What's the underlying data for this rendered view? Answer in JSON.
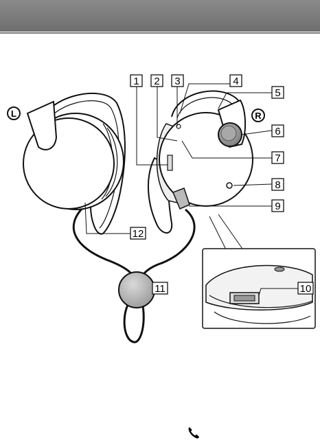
{
  "sides": {
    "left": "L",
    "right": "R"
  },
  "callouts": [
    {
      "num": "1",
      "name": "callout-1"
    },
    {
      "num": "2",
      "name": "callout-2"
    },
    {
      "num": "3",
      "name": "callout-3"
    },
    {
      "num": "4",
      "name": "callout-4"
    },
    {
      "num": "5",
      "name": "callout-5"
    },
    {
      "num": "6",
      "name": "callout-6"
    },
    {
      "num": "7",
      "name": "callout-7"
    },
    {
      "num": "8",
      "name": "callout-8"
    },
    {
      "num": "9",
      "name": "callout-9"
    },
    {
      "num": "10",
      "name": "callout-10"
    },
    {
      "num": "11",
      "name": "callout-11"
    },
    {
      "num": "12",
      "name": "callout-12"
    }
  ],
  "icons": {
    "footer": "phone-handset-icon"
  }
}
